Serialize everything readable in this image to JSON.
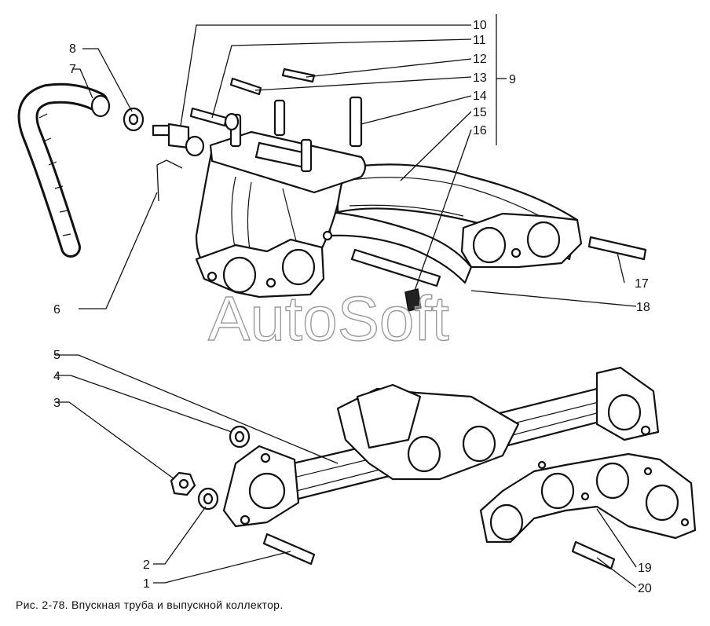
{
  "caption": "Рис. 2-78. Впускная труба и выпускной коллектор.",
  "watermark": "AutoSoft",
  "callouts": {
    "n1": "1",
    "n2": "2",
    "n3": "3",
    "n4": "4",
    "n5": "5",
    "n6": "6",
    "n7": "7",
    "n8": "8",
    "n9": "9",
    "n10": "10",
    "n11": "11",
    "n12": "12",
    "n13": "13",
    "n14": "14",
    "n15": "15",
    "n16": "16",
    "n17": "17",
    "n18": "18",
    "n19": "19",
    "n20": "20"
  }
}
